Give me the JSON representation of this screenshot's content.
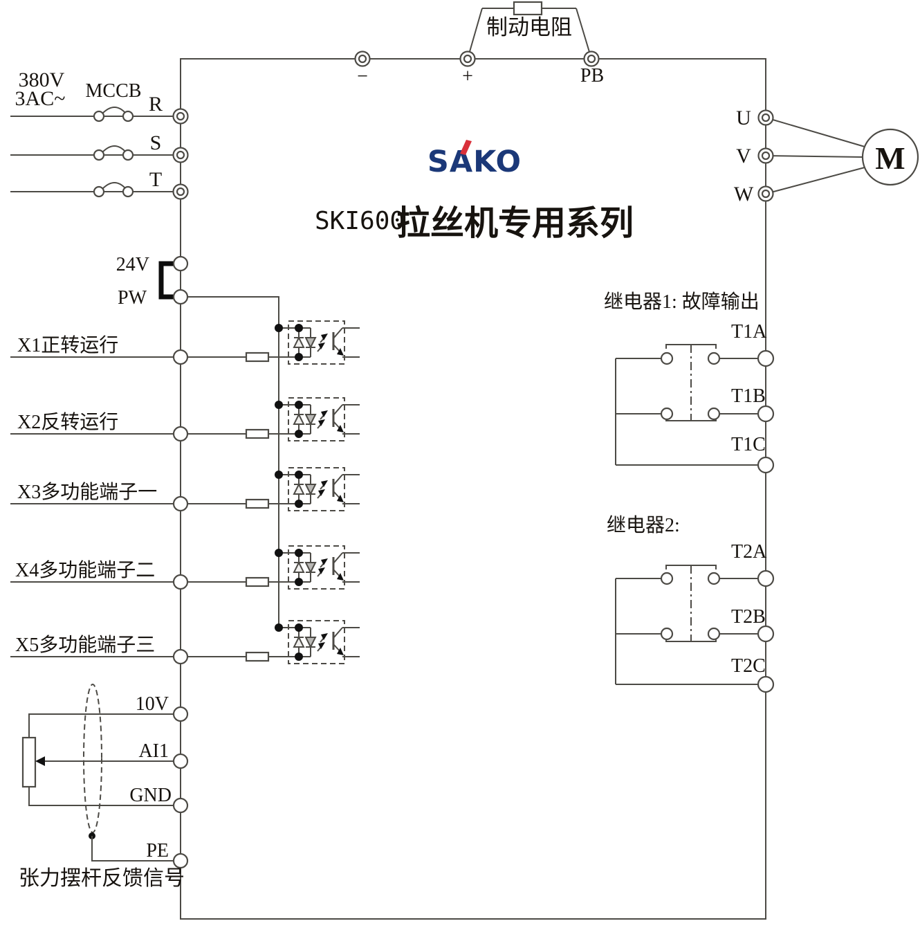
{
  "diagram": {
    "logo": {
      "text": "SAKO",
      "color": "#1b3878",
      "accent_color": "#d9303a"
    },
    "title": {
      "model": "SKI600",
      "series": "拉丝机专用系列"
    },
    "power_input": {
      "voltage": "380V",
      "phase_type": "3AC~",
      "breaker": "MCCB",
      "phases": [
        "R",
        "S",
        "T"
      ]
    },
    "dc_bus": {
      "negative": "−",
      "positive": "+",
      "brake_terminal": "PB",
      "brake_resistor": "制动电阻"
    },
    "motor_output": {
      "phases": [
        "U",
        "V",
        "W"
      ],
      "motor": "M"
    },
    "control_power": {
      "supply": "24V",
      "common": "PW"
    },
    "digital_inputs": [
      "X1正转运行",
      "X2反转运行",
      "X3多功能端子一",
      "X4多功能端子二",
      "X5多功能端子三"
    ],
    "relay1": {
      "caption": "继电器1: 故障输出",
      "terminals": [
        "T1A",
        "T1B",
        "T1C"
      ]
    },
    "relay2": {
      "caption": "继电器2:",
      "terminals": [
        "T2A",
        "T2B",
        "T2C"
      ]
    },
    "analog_input": {
      "terminals": [
        "10V",
        "AI1",
        "GND",
        "PE"
      ],
      "caption": "张力摆杆反馈信号"
    }
  }
}
